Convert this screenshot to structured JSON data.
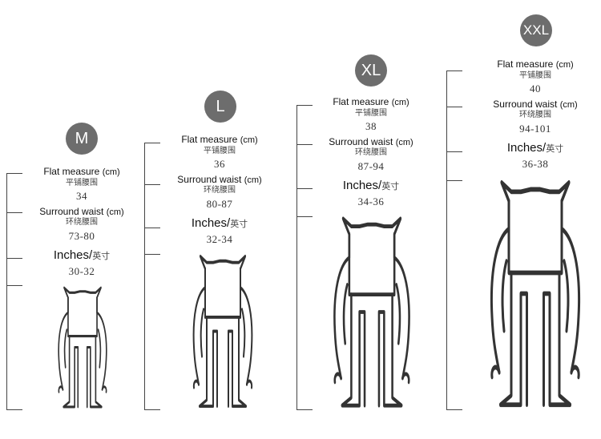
{
  "labels": {
    "flat_measure": "Flat measure",
    "flat_measure_unit": "(cm)",
    "flat_measure_cn": "平铺腰围",
    "surround_waist": "Surround waist",
    "surround_waist_unit": "(cm)",
    "surround_waist_cn": "环绕腰围",
    "inches": "Inches/",
    "inches_cn": "英寸"
  },
  "sizes": [
    {
      "size": "M",
      "flat": "34",
      "surround": "73-80",
      "inches": "30-32"
    },
    {
      "size": "L",
      "flat": "36",
      "surround": "80-87",
      "inches": "32-34"
    },
    {
      "size": "XL",
      "flat": "38",
      "surround": "87-94",
      "inches": "34-36"
    },
    {
      "size": "XXL",
      "flat": "40",
      "surround": "94-101",
      "inches": "36-38"
    }
  ],
  "colors": {
    "badge": "#6d6d6d",
    "line": "#333333"
  }
}
